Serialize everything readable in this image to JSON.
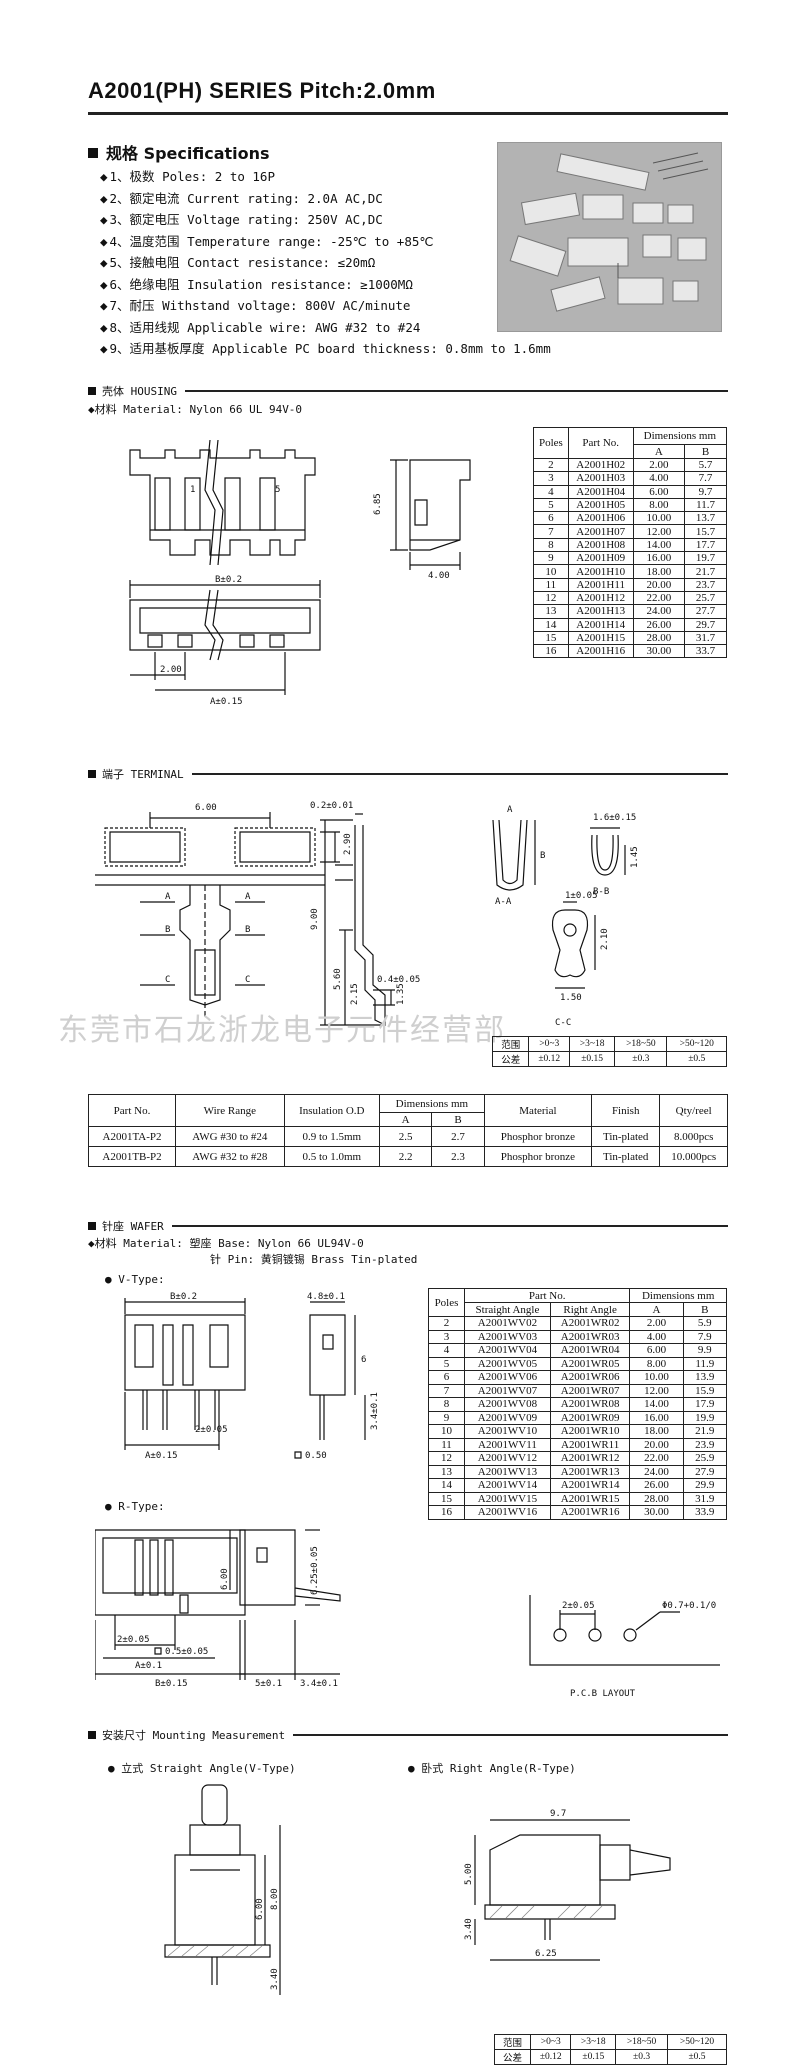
{
  "title": "A2001(PH) SERIES Pitch:2.0mm",
  "specs": {
    "heading": "规格 Specifications",
    "items": [
      "1、极数 Poles: 2 to 16P",
      "2、额定电流 Current rating: 2.0A AC,DC",
      "3、额定电压 Voltage rating: 250V AC,DC",
      "4、温度范围 Temperature range: -25℃ to +85℃",
      "5、接触电阻 Contact resistance: ≤20mΩ",
      "6、绝缘电阻 Insulation resistance: ≥1000MΩ",
      "7、耐压 Withstand voltage: 800V AC/minute",
      "8、适用线规 Applicable wire: AWG #32 to #24",
      "9、适用基板厚度 Applicable PC board thickness: 0.8mm to 1.6mm"
    ]
  },
  "housing": {
    "heading": "壳体 HOUSING",
    "material": "材料 Material: Nylon 66 UL 94V-0",
    "dims": {
      "h": "6.85",
      "w": "4.00",
      "b": "B±0.2",
      "p": "2.00",
      "a": "A±0.15",
      "n1": "1",
      "n5": "5"
    },
    "table": {
      "h_poles": "Poles",
      "h_part": "Part No.",
      "h_dims": "Dimensions mm",
      "h_a": "A",
      "h_b": "B",
      "rows": [
        [
          "2",
          "A2001H02",
          "2.00",
          "5.7"
        ],
        [
          "3",
          "A2001H03",
          "4.00",
          "7.7"
        ],
        [
          "4",
          "A2001H04",
          "6.00",
          "9.7"
        ],
        [
          "5",
          "A2001H05",
          "8.00",
          "11.7"
        ],
        [
          "6",
          "A2001H06",
          "10.00",
          "13.7"
        ],
        [
          "7",
          "A2001H07",
          "12.00",
          "15.7"
        ],
        [
          "8",
          "A2001H08",
          "14.00",
          "17.7"
        ],
        [
          "9",
          "A2001H09",
          "16.00",
          "19.7"
        ],
        [
          "10",
          "A2001H10",
          "18.00",
          "21.7"
        ],
        [
          "11",
          "A2001H11",
          "20.00",
          "23.7"
        ],
        [
          "12",
          "A2001H12",
          "22.00",
          "25.7"
        ],
        [
          "13",
          "A2001H13",
          "24.00",
          "27.7"
        ],
        [
          "14",
          "A2001H14",
          "26.00",
          "29.7"
        ],
        [
          "15",
          "A2001H15",
          "28.00",
          "31.7"
        ],
        [
          "16",
          "A2001H16",
          "30.00",
          "33.7"
        ]
      ]
    }
  },
  "terminal": {
    "heading": "端子 TERMINAL",
    "dims": {
      "w600": "6.00",
      "h290": "2.90",
      "t02": "0.2±0.01",
      "h900": "9.00",
      "h560": "5.60",
      "h215": "2.15",
      "w04": "0.4±0.05",
      "h135": "1.35",
      "w16": "1.6±0.15",
      "h145": "1.45",
      "w1": "1±0.05",
      "h210": "2.10",
      "w150": "1.50"
    },
    "labels": {
      "a": "A",
      "b": "B",
      "c": "C",
      "aa": "A-A",
      "bb": "B-B",
      "cc": "C-C"
    },
    "tol": {
      "r1": [
        "范围",
        ">0~3",
        ">3~18",
        ">18~50",
        ">50~120"
      ],
      "r2": [
        "公差",
        "±0.12",
        "±0.15",
        "±0.3",
        "±0.5"
      ]
    },
    "table": {
      "headers": [
        "Part No.",
        "Wire Range",
        "Insulation O.D",
        "Dimensions mm",
        "Material",
        "Finish",
        "Qty/reel"
      ],
      "sub": [
        "A",
        "B"
      ],
      "rows": [
        [
          "A2001TA-P2",
          "AWG #30 to #24",
          "0.9 to 1.5mm",
          "2.5",
          "2.7",
          "Phosphor bronze",
          "Tin-plated",
          "8.000pcs"
        ],
        [
          "A2001TB-P2",
          "AWG #32 to #28",
          "0.5 to 1.0mm",
          "2.2",
          "2.3",
          "Phosphor bronze",
          "Tin-plated",
          "10.000pcs"
        ]
      ]
    }
  },
  "watermark": "东莞市石龙浙龙电子元件经营部",
  "wafer": {
    "heading": "针座 WAFER",
    "material1": "材料 Material: 塑座 Base: Nylon 66 UL94V-0",
    "material2": "针 Pin: 黄铜镀锡 Brass Tin-plated",
    "v_type": "V-Type:",
    "r_type": "R-Type:",
    "dims": {
      "b": "B±0.2",
      "w48": "4.8±0.1",
      "h6": "6",
      "p2": "2±0.05",
      "h34": "3.4±0.1",
      "a": "A±0.15",
      "sq05": "0.50",
      "h600": "6.00",
      "h625": "6.25±0.05",
      "p2r": "2±0.05",
      "sq05r": "0.5±0.05",
      "ar": "A±0.1",
      "br": "B±0.15",
      "w5": "5±0.1",
      "w34": "3.4±0.1",
      "pcb2": "2±0.05",
      "hole": "Φ0.7+0.1/0",
      "pcb": "P.C.B LAYOUT"
    },
    "table": {
      "h_poles": "Poles",
      "h_part": "Part No.",
      "h_straight": "Straight Angle",
      "h_right": "Right Angle",
      "h_dims": "Dimensions mm",
      "h_a": "A",
      "h_b": "B",
      "rows": [
        [
          "2",
          "A2001WV02",
          "A2001WR02",
          "2.00",
          "5.9"
        ],
        [
          "3",
          "A2001WV03",
          "A2001WR03",
          "4.00",
          "7.9"
        ],
        [
          "4",
          "A2001WV04",
          "A2001WR04",
          "6.00",
          "9.9"
        ],
        [
          "5",
          "A2001WV05",
          "A2001WR05",
          "8.00",
          "11.9"
        ],
        [
          "6",
          "A2001WV06",
          "A2001WR06",
          "10.00",
          "13.9"
        ],
        [
          "7",
          "A2001WV07",
          "A2001WR07",
          "12.00",
          "15.9"
        ],
        [
          "8",
          "A2001WV08",
          "A2001WR08",
          "14.00",
          "17.9"
        ],
        [
          "9",
          "A2001WV09",
          "A2001WR09",
          "16.00",
          "19.9"
        ],
        [
          "10",
          "A2001WV10",
          "A2001WR10",
          "18.00",
          "21.9"
        ],
        [
          "11",
          "A2001WV11",
          "A2001WR11",
          "20.00",
          "23.9"
        ],
        [
          "12",
          "A2001WV12",
          "A2001WR12",
          "22.00",
          "25.9"
        ],
        [
          "13",
          "A2001WV13",
          "A2001WR13",
          "24.00",
          "27.9"
        ],
        [
          "14",
          "A2001WV14",
          "A2001WR14",
          "26.00",
          "29.9"
        ],
        [
          "15",
          "A2001WV15",
          "A2001WR15",
          "28.00",
          "31.9"
        ],
        [
          "16",
          "A2001WV16",
          "A2001WR16",
          "30.00",
          "33.9"
        ]
      ]
    }
  },
  "mounting": {
    "heading": "安装尺寸 Mounting Measurement",
    "straight": "立式 Straight Angle(V-Type)",
    "right": "卧式 Right Angle(R-Type)",
    "dims": {
      "h600": "6.00",
      "h800": "8.00",
      "h340": "3.40",
      "w97": "9.7",
      "h500": "5.00",
      "h340r": "3.40",
      "w625": "6.25"
    },
    "tol": {
      "r1": [
        "范围",
        ">0~3",
        ">3~18",
        ">18~50",
        ">50~120"
      ],
      "r2": [
        "公差",
        "±0.12",
        "±0.15",
        "±0.3",
        "±0.5"
      ]
    }
  }
}
